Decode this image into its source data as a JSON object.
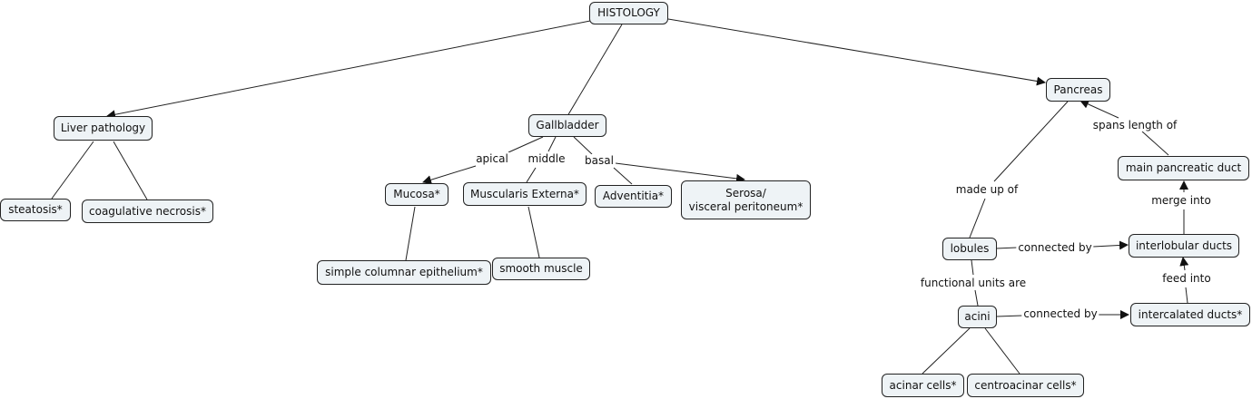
{
  "nodes": {
    "histology": "HISTOLOGY",
    "liver": "Liver pathology",
    "steatosis": "steatosis*",
    "coag": "coagulative necrosis*",
    "gallbladder": "Gallbladder",
    "mucosa": "Mucosa*",
    "muscularis": "Muscularis Externa*",
    "adventitia": "Adventitia*",
    "serosa": "Serosa/\nvisceral peritoneum*",
    "simple": "simple columnar epithelium*",
    "smooth": "smooth muscle",
    "pancreas": "Pancreas",
    "mainduct": "main pancreatic duct",
    "lobules": "lobules",
    "interlobular": "interlobular ducts",
    "acini": "acini",
    "intercalated": "intercalated ducts*",
    "acinar": "acinar cells*",
    "centroacinar": "centroacinar cells*"
  },
  "labels": {
    "apical": "apical",
    "middle": "middle",
    "basal": "basal",
    "made_up_of": "made up of",
    "spans_length": "spans length of",
    "merge_into": "merge into",
    "connected_by_1": "connected by",
    "feed_into": "feed into",
    "functional_units": "functional  units are",
    "connected_by_2": "connected by"
  }
}
